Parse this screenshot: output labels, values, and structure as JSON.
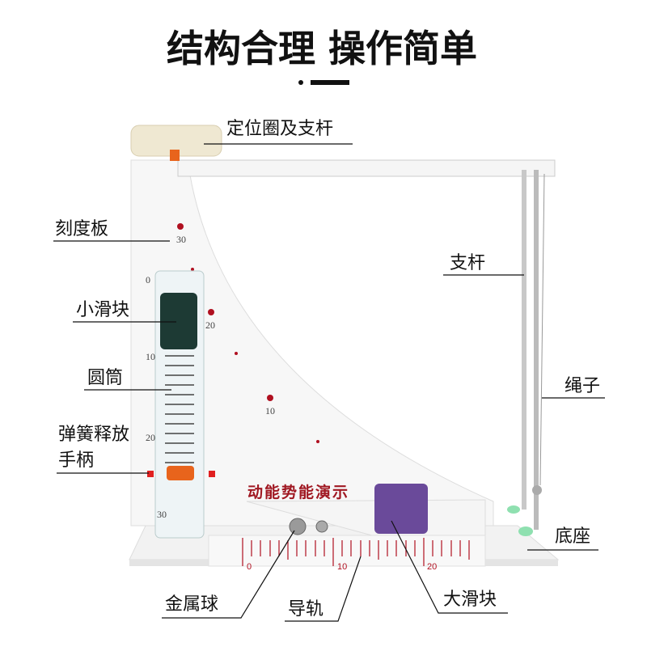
{
  "title": "结构合理  操作简单",
  "board_text": "动能势能演示",
  "labels": {
    "positioning_ring": "定位圈及支杆",
    "scale_board": "刻度板",
    "small_slider": "小滑块",
    "cylinder": "圆筒",
    "spring_handle_1": "弹簧释放",
    "spring_handle_2": "手柄",
    "rod": "支杆",
    "rope": "绳子",
    "base": "底座",
    "metal_ball": "金属球",
    "rail": "导轨",
    "big_slider": "大滑块"
  },
  "board_scale": [
    "30",
    "20",
    "10"
  ],
  "cylinder_scale": [
    "0",
    "10",
    "20",
    "30"
  ],
  "rail_scale": [
    "0",
    "10",
    "20"
  ],
  "colors": {
    "slider_purple": "#6a4a9a",
    "scale_red": "#b01020",
    "handle_orange": "#e8641c",
    "foot_green": "#8fe0b0"
  }
}
